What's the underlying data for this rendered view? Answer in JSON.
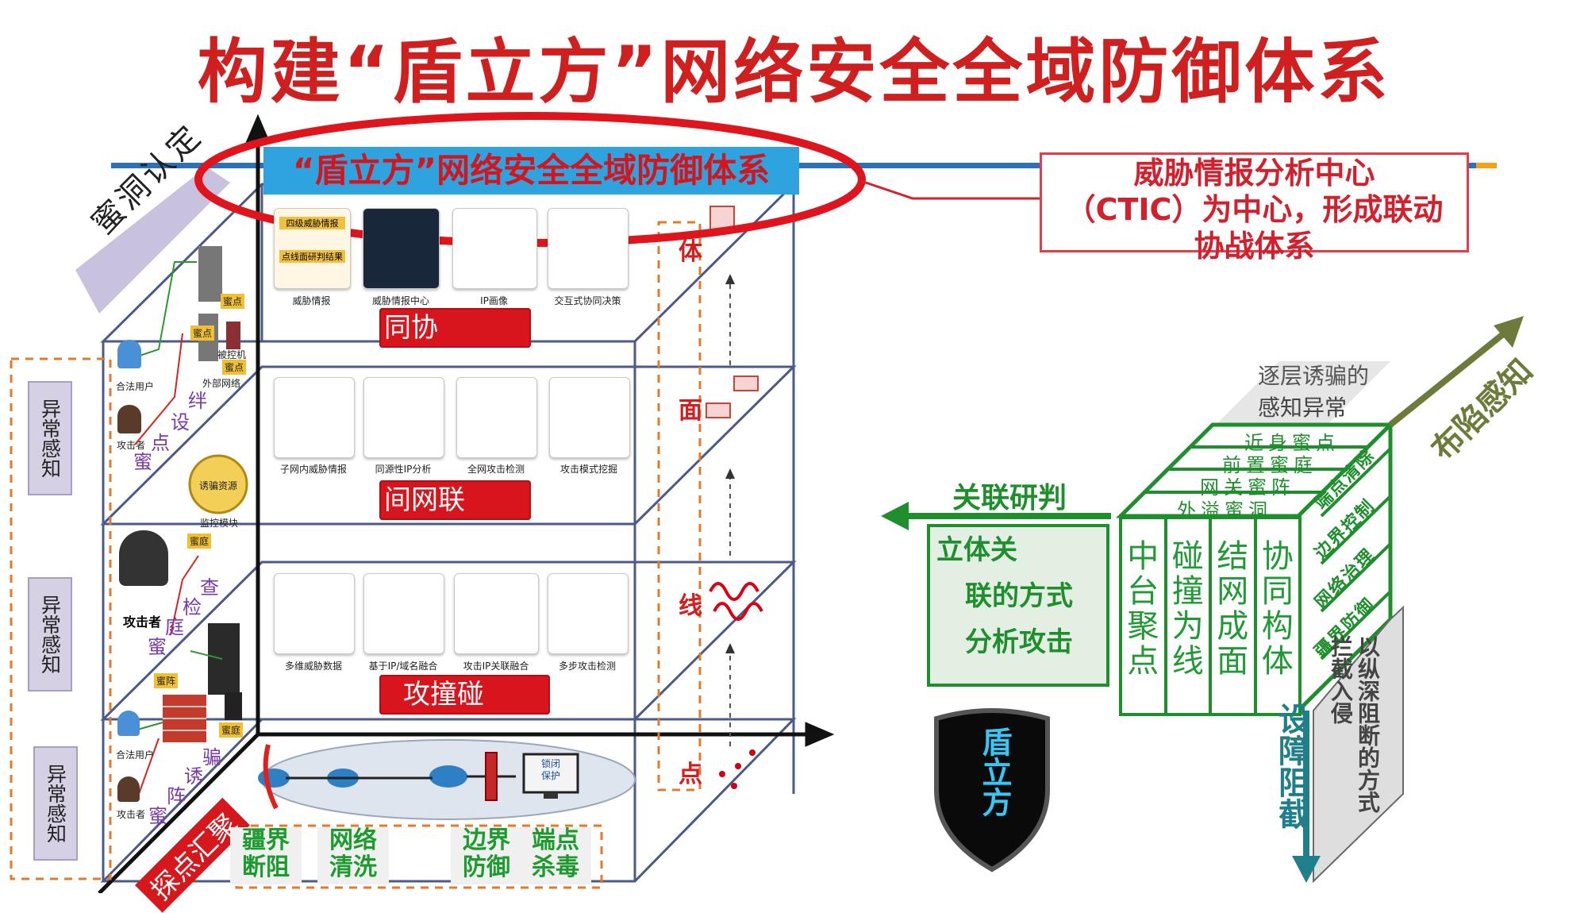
{
  "title": "构建“盾立方”网络安全全域防御体系",
  "banner": "“盾立方”网络安全全域防御体系",
  "ctic_note": {
    "line1": "威胁情报分析中心",
    "line2": "（CTIC）为中心，形成联动",
    "line3": "协战体系"
  },
  "diagonal_top": "蜜洞认定",
  "diagonal_bottom": "探点汇聚",
  "side_labels": [
    "异常感知",
    "异常感知",
    "异常感知"
  ],
  "layer_labels": [
    "体",
    "面",
    "线",
    "点"
  ],
  "red_bars": [
    "同协",
    "间网联",
    "攻撞碰"
  ],
  "row1_captions": [
    "威胁情报",
    "威胁情报中心",
    "IP画像",
    "交互式协同决策"
  ],
  "row1_tile1": [
    "四级威胁情报",
    "点线面研判结果"
  ],
  "row2_captions": [
    "子网内威胁情报",
    "同源性IP分析",
    "全网攻击检测",
    "攻击模式挖掘"
  ],
  "row3_captions": [
    "多维威胁数据",
    "基于IP/域名融合",
    "攻击IP关联融合",
    "多步攻击检测"
  ],
  "left_items": {
    "legit_user": "合法用户",
    "attacker": "攻击者",
    "attacker_big": "攻击者",
    "honeypot_tag": "蜜点",
    "controlled": "被控机",
    "external": "外部网络",
    "honeyport": "诱骗资源",
    "monitor": "监控模块",
    "honey_court": "蜜庭",
    "honey_array": "蜜阵",
    "legit_user2": "合法用户",
    "attacker2": "攻击者"
  },
  "purple_words": {
    "trip": "绊",
    "set": "设",
    "point": "点",
    "honey1": "蜜",
    "check": "查",
    "inspect": "检",
    "court": "庭",
    "honey2": "蜜",
    "deceive": "骗",
    "lure": "诱",
    "array": "阵",
    "honey3": "蜜"
  },
  "lock_label": "锁闭\n保护",
  "bottom_cells": [
    {
      "l1": "疆界",
      "l2": "断阻"
    },
    {
      "l1": "网络",
      "l2": "清洗"
    },
    {
      "l1": "边界",
      "l2": "防御"
    },
    {
      "l1": "端点",
      "l2": "杀毒"
    }
  ],
  "cube": {
    "top_text_1": "逐层诱骗的",
    "top_text_2": "感知异常",
    "top_rows": [
      "近身蜜点",
      "前置蜜庭",
      "网关蜜阵",
      "外溢蜜洞"
    ],
    "front_cols": [
      "中台聚点",
      "碰撞为线",
      "结网成面",
      "协同构体"
    ],
    "right_rows": [
      "端点清除",
      "边界控制",
      "网络治理",
      "疆界防御"
    ],
    "left_arrow_label": "关联研判",
    "left_box": [
      "立体关",
      "联的方式",
      "分析攻击"
    ],
    "up_arrow_label": "布陷感知",
    "down_arrow_label": "设障阻截",
    "right_side_text": "以纵深阻断的方式拦截入侵"
  },
  "shield_text": "盾立方",
  "colors": {
    "title_red": "#cf1f1f",
    "banner_blue": "#2ea3de",
    "cube_green": "#1f8f2d",
    "arrow_teal": "#1f7f8a",
    "arrow_olive": "#6d7b3a"
  }
}
